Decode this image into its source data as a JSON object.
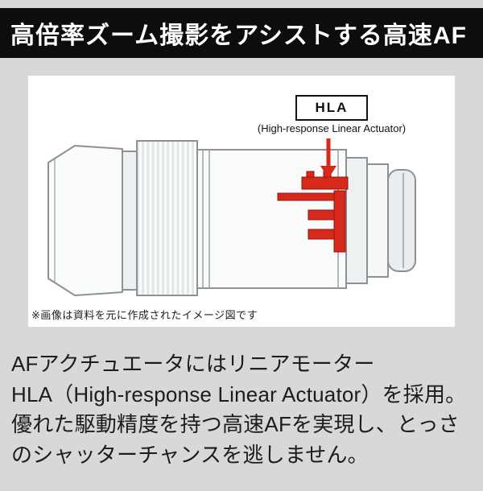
{
  "banner": {
    "title": "高倍率ズーム撮影をアシストする高速AF"
  },
  "diagram": {
    "label": "HLA",
    "sublabel": "(High-response Linear Actuator)",
    "note": "※画像は資料を元に作成されたイメージ図です",
    "colors": {
      "accent_red": "#d7281c",
      "line_gray": "#8b9196",
      "banner_bg": "#0d0d0d",
      "page_bg": "#d8d8d8",
      "panel_bg": "#ffffff"
    }
  },
  "body": {
    "lines": [
      "AFアクチュエータにはリニアモーター",
      "HLA（High-response Linear Actuator）を採用。",
      "優れた駆動精度を持つ高速AFを実現し、とっさ",
      "のシャッターチャンスを逃しません。"
    ]
  }
}
